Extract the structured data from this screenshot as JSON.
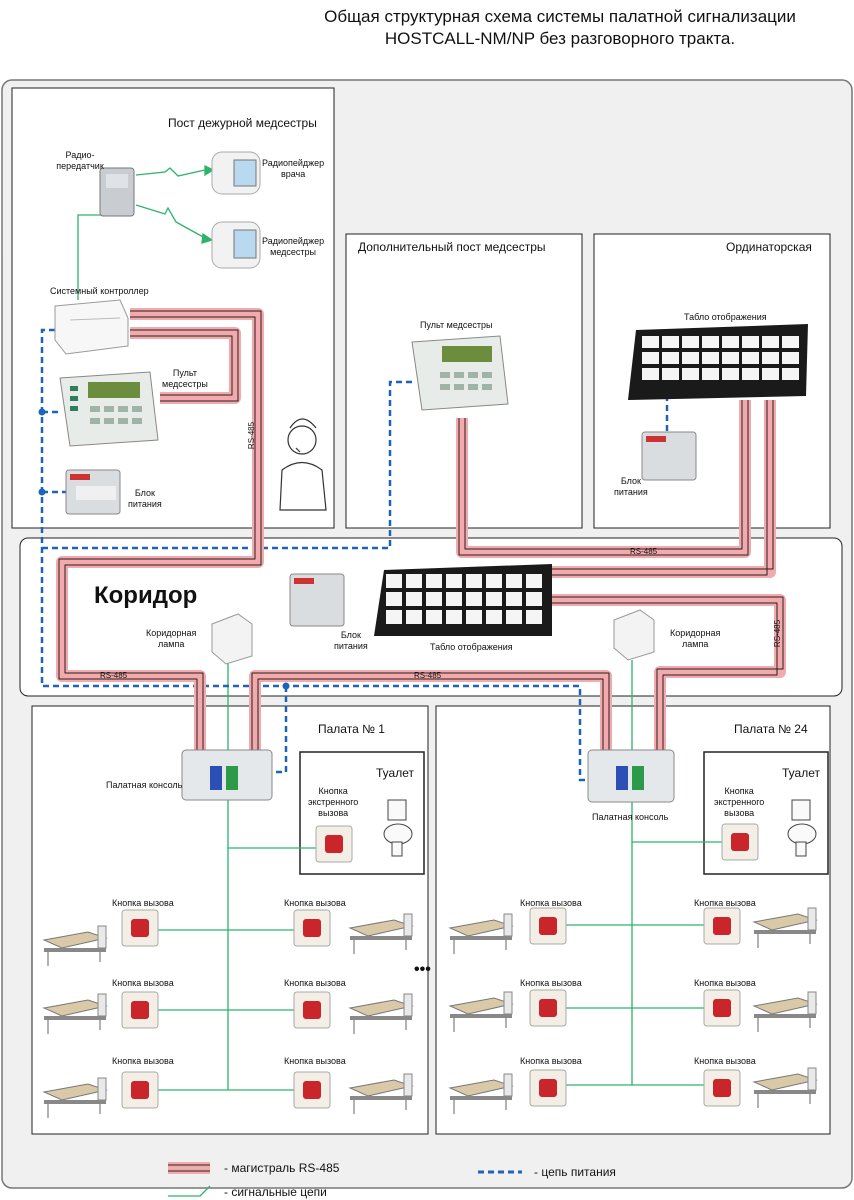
{
  "title": {
    "line1": "Общая структурная схема системы палатной сигнализации",
    "line2": "HOSTCALL-NM/NP без разговорного тракта."
  },
  "rooms": {
    "nurse_post": "Пост дежурной медсестры",
    "extra_post": "Дополнительный пост  медсестры",
    "doctors_room": "Ординаторская",
    "corridor": "Коридор",
    "ward1": "Палата № 1",
    "ward24": "Палата № 24",
    "toilet1": "Туалет",
    "toilet24": "Туалет"
  },
  "labels": {
    "radio_tx": "Радио-\nпередатчик",
    "pager_doctor": "Радиопейджер\nврача",
    "pager_nurse": "Радиопейджер\nмедсестры",
    "sys_controller": "Системный контроллер",
    "nurse_console_main": "Пульт\nмедсестры",
    "psu_main": "Блок\nпитания",
    "nurse_console_extra": "Пульт медсестры",
    "display_doctors": "Табло отображения",
    "psu_doctors": "Блок\nпитания",
    "psu_corridor": "Блок\nпитания",
    "display_corridor": "Табло отображения",
    "lamp1": "Коридорная\nлампа",
    "lamp24": "Коридорная\nлампа",
    "ward_console1": "Палатная консоль",
    "ward_console24": "Палатная консоль",
    "emergency1": "Кнопка\nэкстренного\nвызова",
    "emergency24": "Кнопка\nэкстренного\nвызова",
    "call_button": "Кнопка вызова",
    "rs485": "RS-485",
    "dots": "•••"
  },
  "legend": {
    "rs485": "- магистраль RS-485",
    "signal": "- сигнальные цепи",
    "power": "- цепь питания"
  },
  "colors": {
    "rs485_fill": "#f4a9ac",
    "rs485_core": "#222222",
    "signal": "#2db36b",
    "power": "#1f63b4",
    "frame": "#9a9a9a"
  }
}
